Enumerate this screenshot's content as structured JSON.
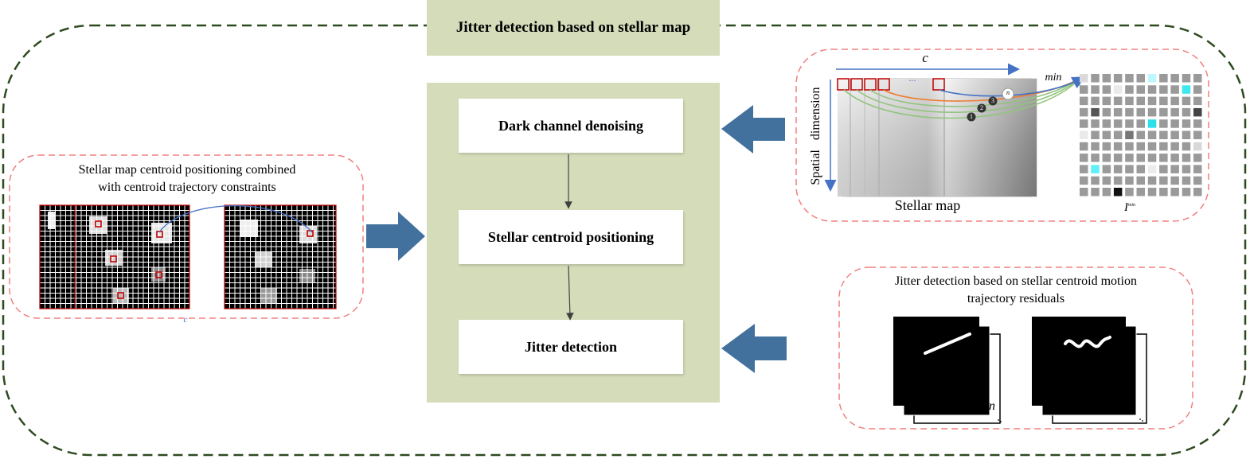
{
  "title": "Jitter detection based on stellar map",
  "steps": [
    {
      "label": "Dark channel denoising"
    },
    {
      "label": "Stellar centroid positioning"
    },
    {
      "label": "Jitter detection"
    }
  ],
  "left_panel": {
    "caption_line1": "Stellar map centroid positioning combined",
    "caption_line2": "with centroid trajectory constraints",
    "axis_symbol": "c"
  },
  "top_right_panel": {
    "axis_c": "c",
    "dots": "...",
    "min_label": "min",
    "y_axis_label": "Spatial   dimension",
    "x_axis_label": "Stellar map",
    "output_label": "I",
    "output_superscript": "min",
    "markers": [
      "n",
      "3",
      "2",
      "1"
    ]
  },
  "bottom_right_panel": {
    "caption_line1": "Jitter detection based on stellar centroid motion",
    "caption_line2": "trajectory residuals",
    "stack_label": "n"
  },
  "colors": {
    "panel_fill": "#d4dcba",
    "outer_dash": "#2e4a1e",
    "panel_dash": "#f08080",
    "arrow": "#41719c",
    "flow_arrow": "#404040"
  }
}
